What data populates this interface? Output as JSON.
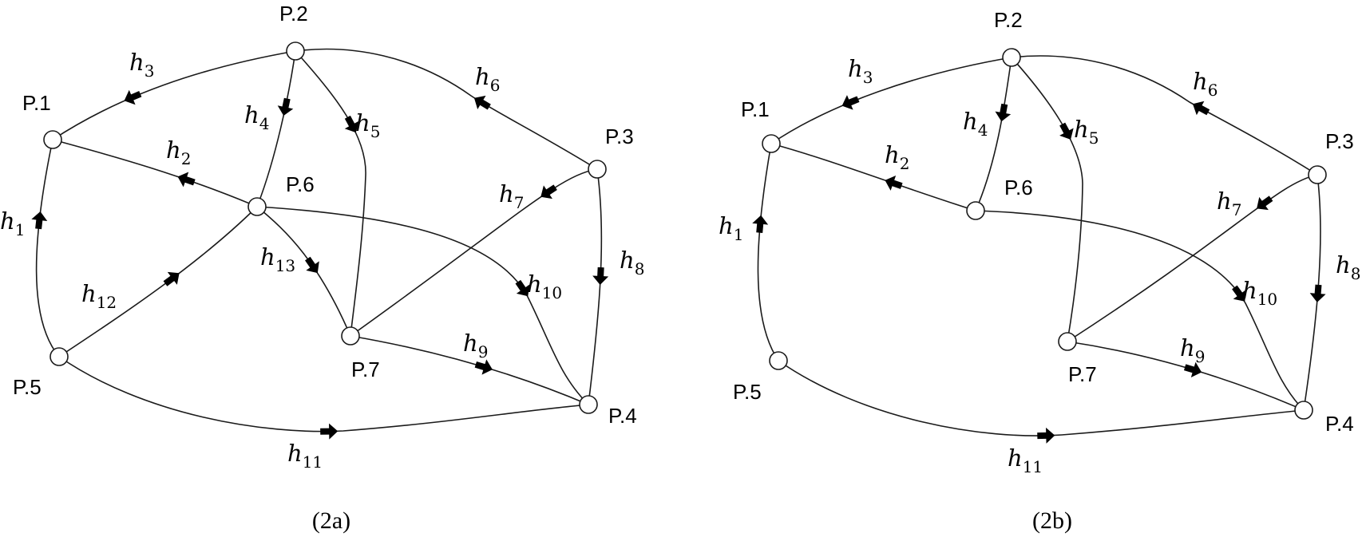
{
  "panels": [
    {
      "id": "2a",
      "caption": "(2a)",
      "nodes": [
        {
          "id": "P1",
          "label": "P.1"
        },
        {
          "id": "P2",
          "label": "P.2"
        },
        {
          "id": "P3",
          "label": "P.3"
        },
        {
          "id": "P4",
          "label": "P.4"
        },
        {
          "id": "P5",
          "label": "P.5"
        },
        {
          "id": "P6",
          "label": "P.6"
        },
        {
          "id": "P7",
          "label": "P.7"
        }
      ],
      "edges": [
        {
          "id": "h1",
          "base": "h",
          "sub": "1",
          "from": "P5",
          "to": "P1"
        },
        {
          "id": "h2",
          "base": "h",
          "sub": "2",
          "from": "P6",
          "to": "P1"
        },
        {
          "id": "h3",
          "base": "h",
          "sub": "3",
          "from": "P2",
          "to": "P1"
        },
        {
          "id": "h4",
          "base": "h",
          "sub": "4",
          "from": "P2",
          "to": "P6"
        },
        {
          "id": "h5",
          "base": "h",
          "sub": "5",
          "from": "P2",
          "to": "P7"
        },
        {
          "id": "h6",
          "base": "h",
          "sub": "6",
          "from": "P3",
          "to": "P2"
        },
        {
          "id": "h7",
          "base": "h",
          "sub": "7",
          "from": "P3",
          "to": "P7"
        },
        {
          "id": "h8",
          "base": "h",
          "sub": "8",
          "from": "P3",
          "to": "P4"
        },
        {
          "id": "h9",
          "base": "h",
          "sub": "9",
          "from": "P7",
          "to": "P4"
        },
        {
          "id": "h10",
          "base": "h",
          "sub": "10",
          "from": "P6",
          "to": "P4"
        },
        {
          "id": "h11",
          "base": "h",
          "sub": "11",
          "from": "P5",
          "to": "P4"
        },
        {
          "id": "h12",
          "base": "h",
          "sub": "12",
          "from": "P5",
          "to": "P6"
        },
        {
          "id": "h13",
          "base": "h",
          "sub": "13",
          "from": "P6",
          "to": "P7"
        }
      ]
    },
    {
      "id": "2b",
      "caption": "(2b)",
      "nodes": [
        {
          "id": "P1",
          "label": "P.1"
        },
        {
          "id": "P2",
          "label": "P.2"
        },
        {
          "id": "P3",
          "label": "P.3"
        },
        {
          "id": "P4",
          "label": "P.4"
        },
        {
          "id": "P5",
          "label": "P.5"
        },
        {
          "id": "P6",
          "label": "P.6"
        },
        {
          "id": "P7",
          "label": "P.7"
        }
      ],
      "edges": [
        {
          "id": "h1",
          "base": "h",
          "sub": "1",
          "from": "P5",
          "to": "P1"
        },
        {
          "id": "h2",
          "base": "h",
          "sub": "2",
          "from": "P6",
          "to": "P1"
        },
        {
          "id": "h3",
          "base": "h",
          "sub": "3",
          "from": "P2",
          "to": "P1"
        },
        {
          "id": "h4",
          "base": "h",
          "sub": "4",
          "from": "P2",
          "to": "P6"
        },
        {
          "id": "h5",
          "base": "h",
          "sub": "5",
          "from": "P2",
          "to": "P7"
        },
        {
          "id": "h6",
          "base": "h",
          "sub": "6",
          "from": "P3",
          "to": "P2"
        },
        {
          "id": "h7",
          "base": "h",
          "sub": "7",
          "from": "P3",
          "to": "P7"
        },
        {
          "id": "h8",
          "base": "h",
          "sub": "8",
          "from": "P3",
          "to": "P4"
        },
        {
          "id": "h9",
          "base": "h",
          "sub": "9",
          "from": "P7",
          "to": "P4"
        },
        {
          "id": "h10",
          "base": "h",
          "sub": "10",
          "from": "P6",
          "to": "P4"
        },
        {
          "id": "h11",
          "base": "h",
          "sub": "11",
          "from": "P5",
          "to": "P4"
        }
      ]
    }
  ]
}
